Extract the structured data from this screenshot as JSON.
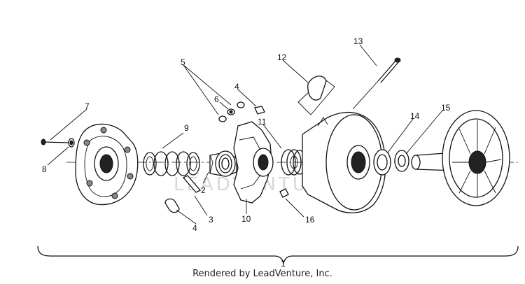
{
  "diagram": {
    "watermark": "LEADVENTURE",
    "caption": "Rendered by LeadVenture, Inc.",
    "callouts": [
      {
        "id": "1",
        "text": "1"
      },
      {
        "id": "2",
        "text": "2"
      },
      {
        "id": "3",
        "text": "3"
      },
      {
        "id": "4a",
        "text": "4"
      },
      {
        "id": "4b",
        "text": "4"
      },
      {
        "id": "5",
        "text": "5"
      },
      {
        "id": "6",
        "text": "6"
      },
      {
        "id": "7",
        "text": "7"
      },
      {
        "id": "8",
        "text": "8"
      },
      {
        "id": "9",
        "text": "9"
      },
      {
        "id": "10",
        "text": "10"
      },
      {
        "id": "11",
        "text": "11"
      },
      {
        "id": "12",
        "text": "12"
      },
      {
        "id": "13",
        "text": "13"
      },
      {
        "id": "14",
        "text": "14"
      },
      {
        "id": "15",
        "text": "15"
      },
      {
        "id": "16",
        "text": "16"
      }
    ]
  }
}
